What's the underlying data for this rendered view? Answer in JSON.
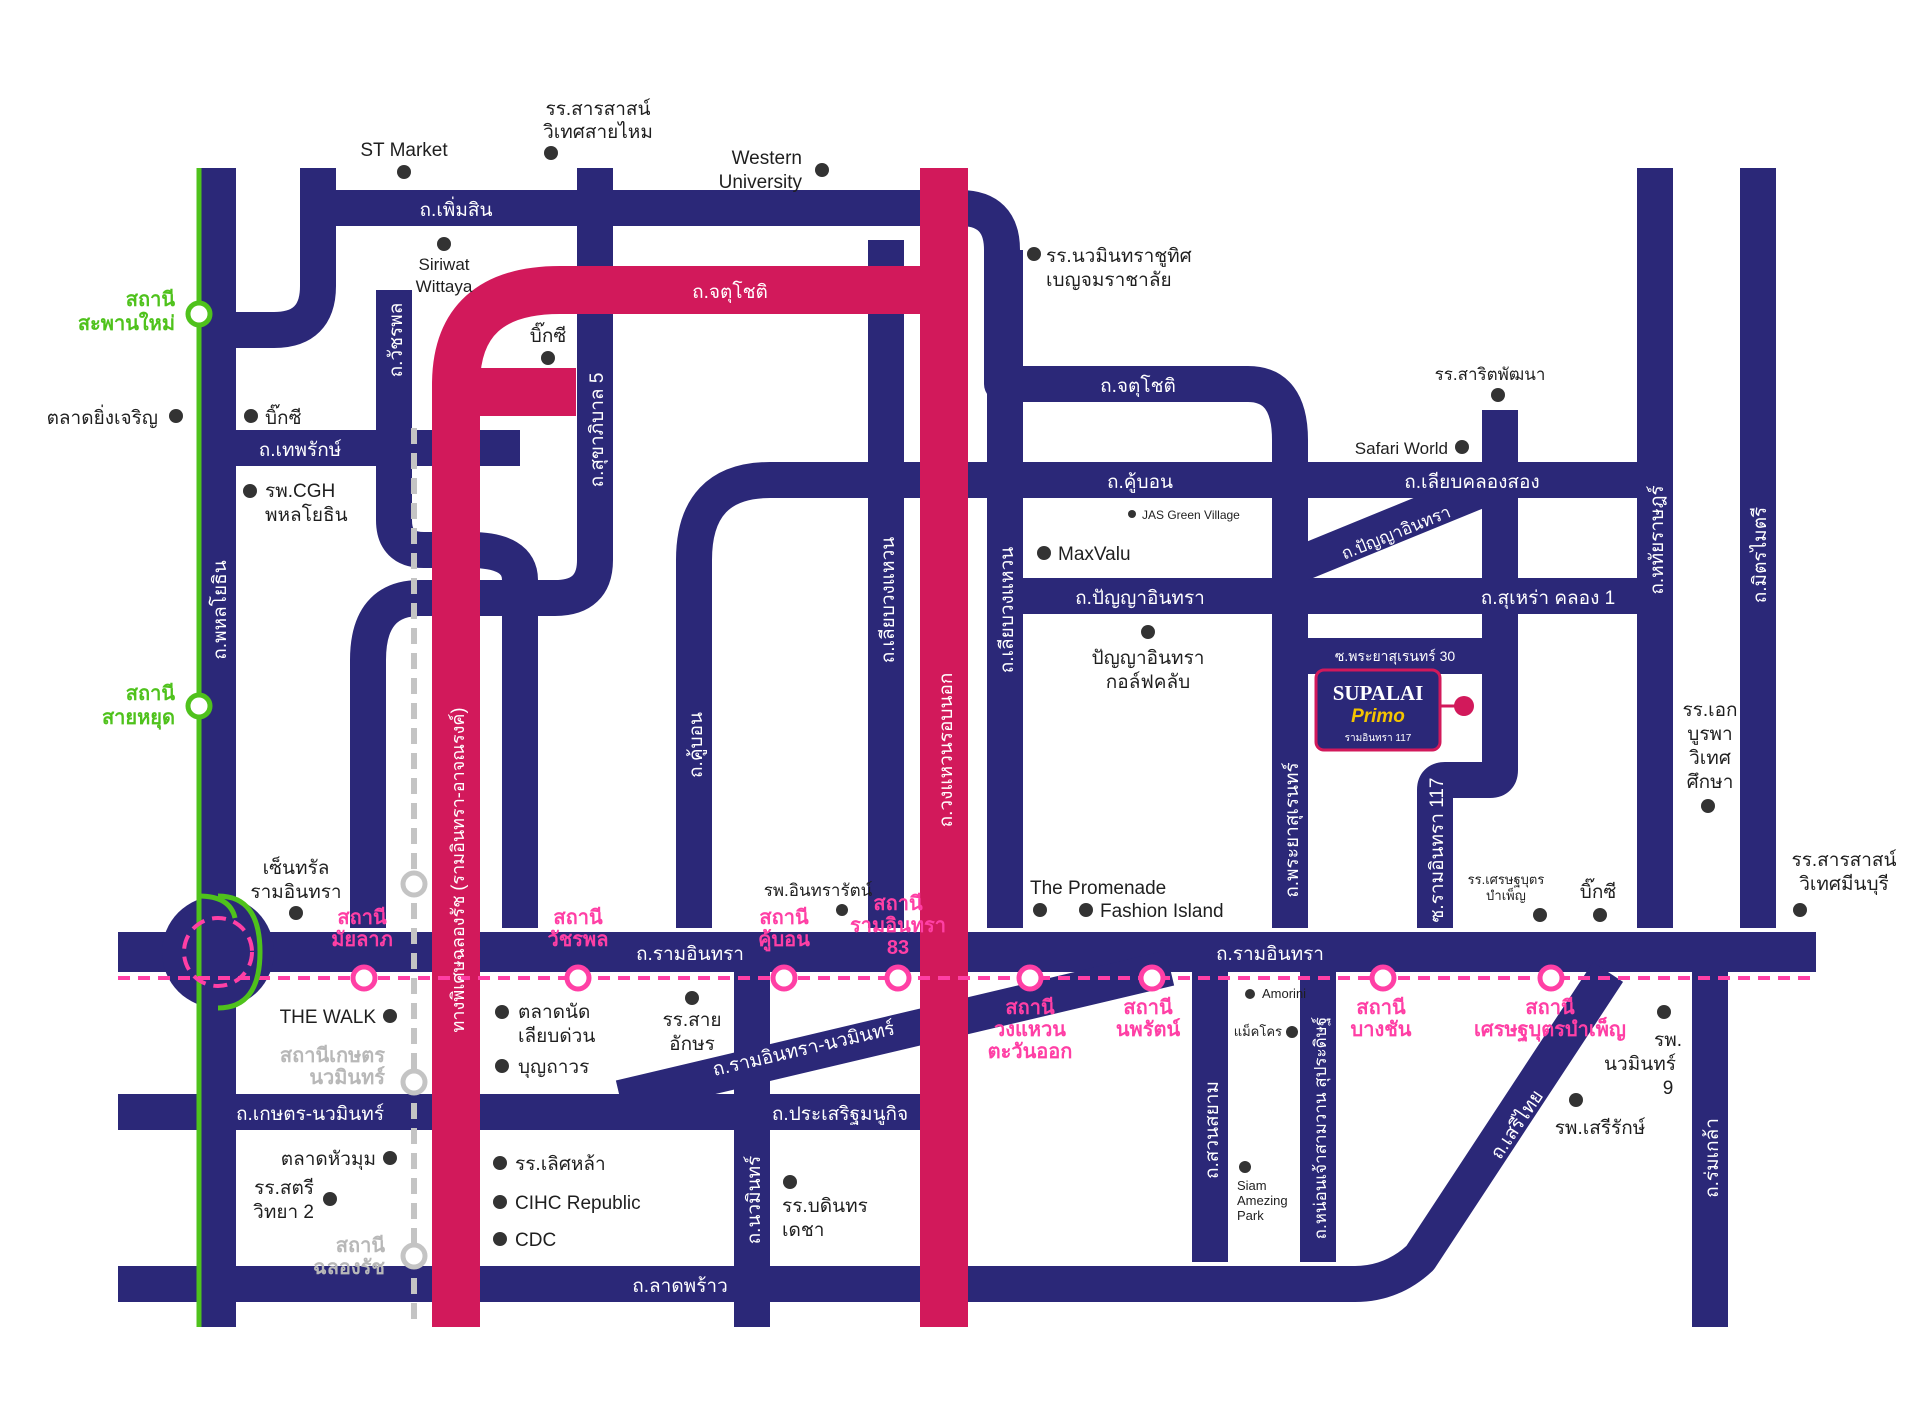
{
  "colors": {
    "road": "#2b2878",
    "expressway": "#d2195b",
    "pink_line": "#ff3fa5",
    "green_line": "#4fc21c",
    "grey_line": "#c4c4c4",
    "poi": "#333333",
    "logo_bg": "#2b2878",
    "logo_accent": "#f4c400"
  },
  "roads": {
    "phermsin": "ถ.เพิ่มสิน",
    "chatuchot_top": "ถ.จตุโชติ",
    "chatuchot_right": "ถ.จตุโชติ",
    "thepharak": "ถ.เทพรักษ์",
    "watcharaphon": "ถ.วัชรพล",
    "sukhaphiban5": "ถ.สุขาภิบาล 5",
    "expressway": "ทางพิเศษฉลองรัช (รามอินทรา-อาจณรงค์)",
    "phahonyothin": "ถ.พหลโยธิน",
    "khubon_top": "ถ.คู้บอน",
    "khubon_v": "ถ.คู้บอน",
    "liap_wari": "ถ.เลียบวงแหวน",
    "ring_road": "ถ.วงแหวนรอบนอก",
    "liap_wari2": "ถ.เลียบวงแหวน",
    "liap_khlong": "ถ.เลียบคลองสอง",
    "panya_diag": "ถ.ปัญญาอินทรา",
    "panya": "ถ.ปัญญาอินทรา",
    "suhra": "ถ.สุเหร่า คลอง 1",
    "soi_phraya": "ซ.พระยาสุเรนทร์ 30",
    "phraya": "ถ.พระยาสุเรนทร์",
    "ram117": "ซ.รามอินทรา 117",
    "hathairat": "ถ.หทัยราษฎร์",
    "mit_mai": "ถ.มิตรไมตรี",
    "ramintra_w": "ถ.รามอินทรา",
    "ramintra_e": "ถ.รามอินทรา",
    "ram_nawamin": "ถ.รามอินทรา-นวมินทร์",
    "kaset": "ถ.เกษตร-นวมินทร์",
    "prasert": "ถ.ประเสริฐมนูกิจ",
    "nawamin": "ถ.นวมินทร์",
    "lat_phrao": "ถ.ลาดพร้าว",
    "suan_siam": "ถ.สวนสยาม",
    "nuang": "ถ.หน่อนเจ้าสามวาน สุประดิษฐ์",
    "seri_thai": "ถ.เสรีไทย",
    "rom_klao": "ถ.ร่มเกล้า"
  },
  "stations_green": {
    "saphan_mai": [
      "สถานี",
      "สะพานใหม่"
    ],
    "sai_yut": [
      "สถานี",
      "สายหยุด"
    ]
  },
  "stations_grey": {
    "kaset_nawamin": [
      "สถานีเกษตร",
      "นวมินทร์"
    ],
    "chalong_rat": [
      "สถานี",
      "ฉลองรัช"
    ]
  },
  "stations_pink": {
    "mai_lap": [
      "สถานี",
      "มัยลาภ"
    ],
    "watcharaphon": [
      "สถานี",
      "วัชรพล"
    ],
    "khubon": [
      "สถานี",
      "คู้บอน"
    ],
    "ramintra83": [
      "สถานี",
      "รามอินทรา",
      "83"
    ],
    "wongwaen": [
      "สถานี",
      "วงแหวน",
      "ตะวันออก"
    ],
    "nopparat": [
      "สถานี",
      "นพรัตน์"
    ],
    "bang_chan": [
      "สถานี",
      "บางชัน"
    ],
    "setthabut": [
      "สถานี",
      "เศรษฐบุตรบำเพ็ญ"
    ]
  },
  "poi": {
    "st_market": "ST Market",
    "sarasas": [
      "รร.สารสาสน์",
      "วิเทศสายไหม"
    ],
    "western": [
      "Western",
      "University"
    ],
    "nawamin_school": [
      "รร.นวมินทราชูทิศ",
      "เบญจมราชาลัย"
    ],
    "siriwat": [
      "Siriwat",
      "Wittaya"
    ],
    "bigc1": "บิ๊กซี",
    "bigc2": "บิ๊กซี",
    "talat_ying": "ตลาดยิ่งเจริญ",
    "cgh": [
      "รพ.CGH",
      "พหลโยธิน"
    ],
    "sarit": "รร.สาริตพัฒนา",
    "safari": "Safari World",
    "jas": "JAS Green Village",
    "maxvalu": "MaxValu",
    "panya_golf": [
      "ปัญญาอินทรา",
      "กอล์ฟคลับ"
    ],
    "ekamai": [
      "รร.เอก",
      "บูรพา",
      "วิเทศ",
      "ศึกษา"
    ],
    "central": [
      "เซ็นทรัล",
      "รามอินทรา"
    ],
    "ramintra_hosp": "รพ.อินทรารัตน์",
    "promenade": "The Promenade",
    "fashion": "Fashion Island",
    "setthabut_school": [
      "รร.เศรษฐบุตร",
      "บำเพ็ญ"
    ],
    "bigc3": "บิ๊กซี",
    "sarasas_minburi": [
      "รร.สารสาสน์",
      "วิเทศมีนบุรี"
    ],
    "the_walk": "THE WALK",
    "talat_liap": [
      "ตลาดนัด",
      "เลียบด่วน"
    ],
    "boonthavorn": "บุญถาวร",
    "sai_aksorn": [
      "รร.สาย",
      "อักษร"
    ],
    "amorini": "Amorini",
    "makro": "แม็คโคร",
    "nawamin9": [
      "รพ.",
      "นวมินทร์",
      "9"
    ],
    "seriruk": "รพ.เสรีรักษ์",
    "talat_huamum": "ตลาดหัวมุม",
    "satri": [
      "รร.สตรี",
      "วิทยา 2"
    ],
    "lertla": "รร.เลิศหล้า",
    "cihc": "CIHC Republic",
    "cdc": "CDC",
    "bodin": [
      "รร.บดินทร",
      "เดชา"
    ],
    "siam_park": [
      "Siam",
      "Amezing",
      "Park"
    ]
  },
  "logo": {
    "brand": "SUPALAI",
    "sub": "Primo",
    "tagline": "รามอินทรา 117"
  }
}
